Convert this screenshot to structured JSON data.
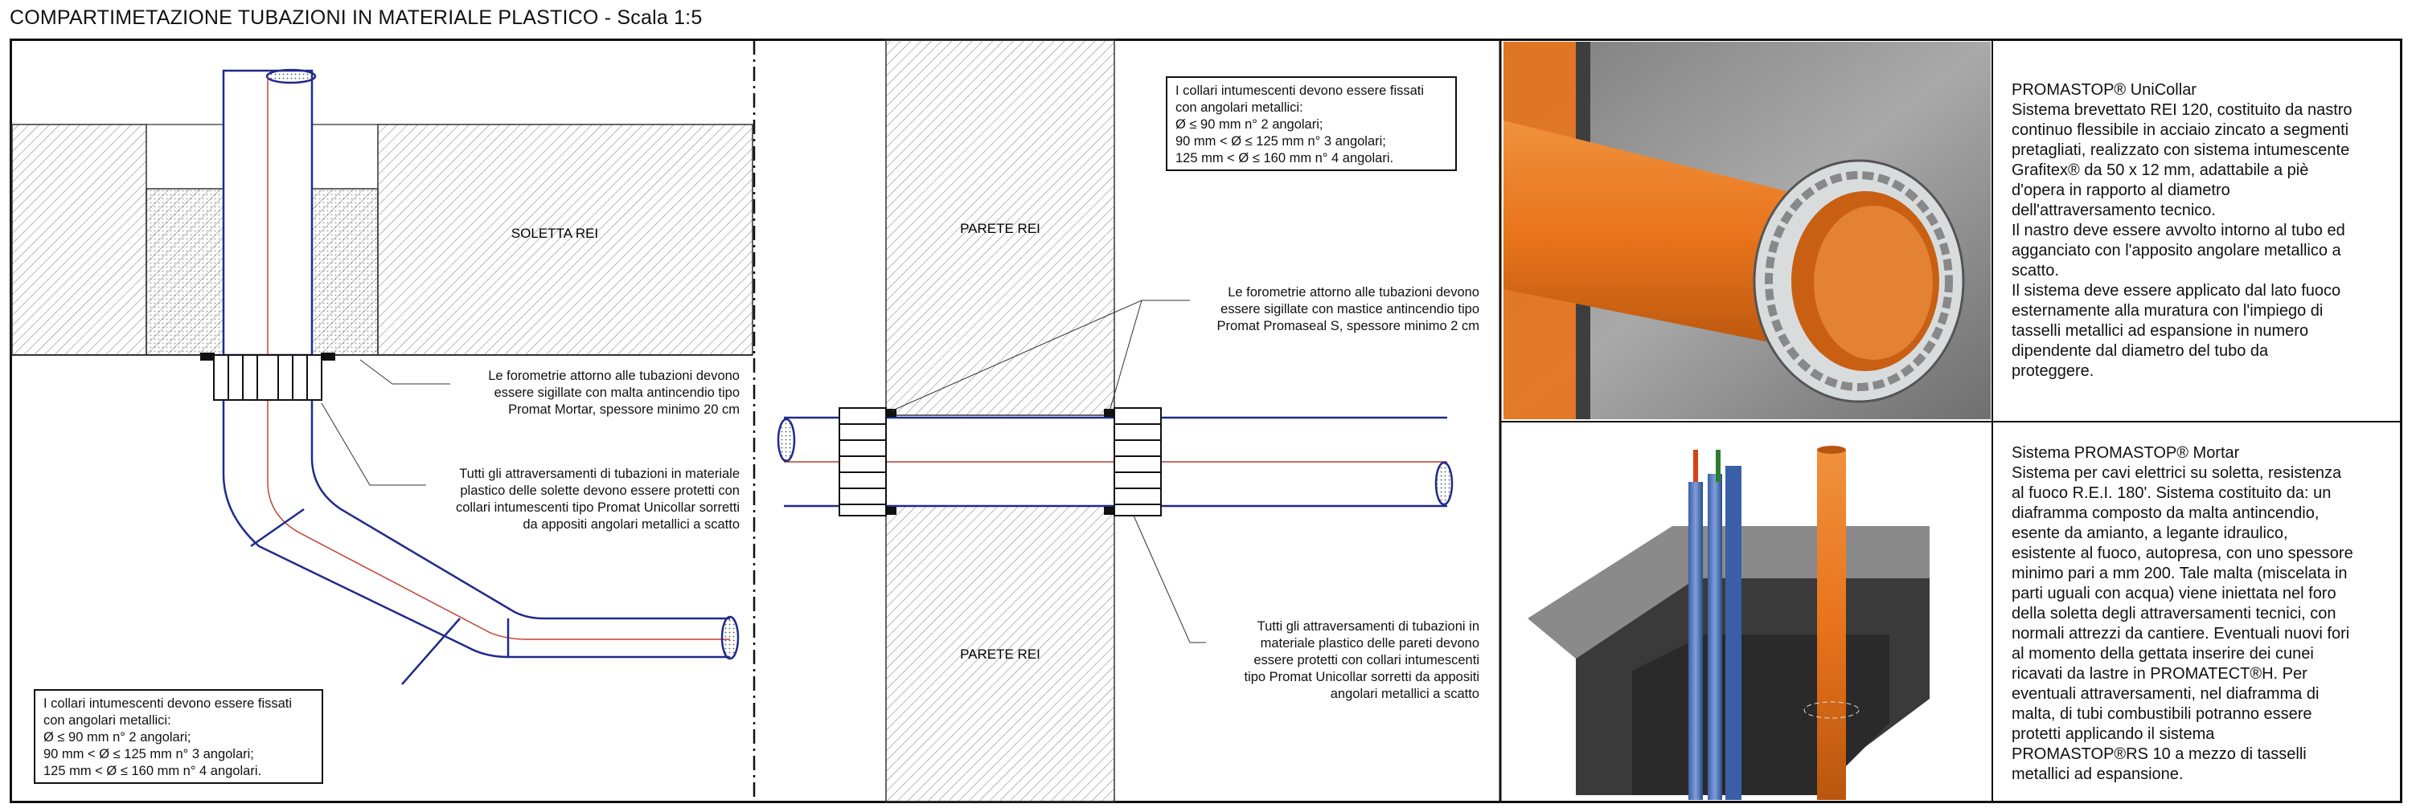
{
  "title": "COMPARTIMETAZIONE TUBAZIONI IN MATERIALE PLASTICO - Scala 1:5",
  "panel_left": {
    "slab_label": "SOLETTA REI",
    "note_sealing": [
      "Le forometrie attorno alle tubazioni devono",
      "essere sigillate con malta antincendio tipo",
      "Promat Mortar, spessore minimo 20 cm"
    ],
    "note_crossing": [
      "Tutti gli attraversamenti di tubazioni in materiale",
      "plastico delle solette devono essere protetti con",
      "collari intumescenti tipo Promat Unicollar sorretti",
      "da appositi angolari metallici a scatto"
    ],
    "box_collars": [
      "I collari intumescenti devono essere fissati",
      "con angolari metallici:",
      "Ø ≤ 90 mm n° 2 angolari;",
      "90 mm < Ø ≤ 125 mm n° 3 angolari;",
      "125 mm < Ø ≤ 160 mm n° 4 angolari."
    ]
  },
  "panel_middle": {
    "wall_label_top": "PARETE REI",
    "wall_label_bottom": "PARETE REI",
    "box_collars": [
      "I collari intumescenti devono essere fissati",
      "con angolari metallici:",
      "Ø ≤ 90 mm n° 2 angolari;",
      "90 mm < Ø ≤ 125 mm n° 3 angolari;",
      "125 mm < Ø ≤ 160 mm n° 4 angolari."
    ],
    "note_sealing": [
      "Le forometrie attorno alle tubazioni devono",
      "essere sigillate con mastice antincendio tipo",
      "Promat Promaseal S, spessore minimo 2 cm"
    ],
    "note_crossing": [
      "Tutti gli attraversamenti di tubazioni in",
      "materiale plastico delle pareti devono",
      "essere protetti con collari intumescenti",
      "tipo Promat Unicollar sorretti da appositi",
      "angolari metallici a scatto"
    ]
  },
  "panel_right": {
    "unicollar": [
      "PROMASTOP® UniCollar",
      "Sistema brevettato REI 120, costituito da nastro",
      "continuo flessibile in acciaio zincato a segmenti",
      "pretagliati, realizzato con sistema intumescente",
      "Grafitex® da 50 x 12 mm, adattabile a piè",
      "d'opera in rapporto al diametro",
      "dell'attraversamento tecnico.",
      "Il nastro deve essere avvolto intorno al tubo ed",
      "agganciato con l'apposito angolare metallico a",
      "scatto.",
      "Il sistema deve essere applicato dal lato fuoco",
      "esternamente alla muratura con l'impiego di",
      "tasselli metallici ad espansione in numero",
      "dipendente dal diametro del tubo da",
      "proteggere."
    ],
    "mortar": [
      "Sistema PROMASTOP® Mortar",
      "Sistema per cavi elettrici su soletta, resistenza",
      "al fuoco R.E.I. 180'. Sistema costituito da: un",
      "diaframma composto da malta antincendio,",
      "esente da amianto, a legante idraulico,",
      "esistente al fuoco, autopresa, con uno spessore",
      "minimo pari a mm 200.  Tale malta (miscelata in",
      "parti uguali con acqua) viene iniettata nel foro",
      "della soletta degli attraversamenti tecnici, con",
      "normali attrezzi da cantiere. Eventuali nuovi fori",
      "al momento della gettata inserire dei cunei",
      "ricavati da lastre in PROMATECT®H. Per",
      "eventuali attraversamenti, nel diaframma di",
      "malta, di tubi combustibili potranno essere",
      "protetti applicando il sistema",
      "PROMASTOP®RS 10 a mezzo di tasselli",
      "metallici ad espansione."
    ]
  },
  "colors": {
    "pipe": "#1f2a8c",
    "axis": "#c0392b",
    "hatch": "#8a8a8a",
    "orange": "#e8741c"
  }
}
